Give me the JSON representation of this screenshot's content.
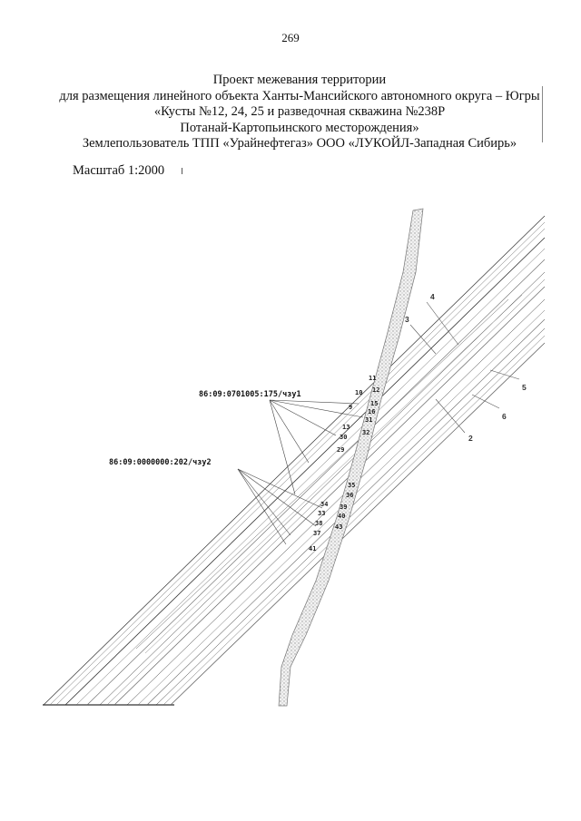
{
  "page_number": "269",
  "title_lines": [
    "Проект межевания территории",
    "для размещения линейного объекта Ханты-Мансийского автономного округа – Югры",
    "«Кусты №12, 24, 25  и разведочная скважина №238Р",
    "Потанай-Картопьинского месторождения»",
    "Землепользователь ТПП «Урайнефтегаз» ООО «ЛУКОЙЛ-Западная Сибирь»"
  ],
  "scale_label": "Масштаб 1:2000",
  "parcels": [
    "86:09:0701005:175/чзу1",
    "86:09:0000000:202/чзу2"
  ],
  "line_numbers": [
    "2",
    "3",
    "4",
    "5",
    "6"
  ],
  "points_upper": [
    "11",
    "10",
    "12",
    "9",
    "15",
    "16",
    "13",
    "31",
    "32",
    "30",
    "29"
  ],
  "points_lower": [
    "35",
    "36",
    "34",
    "39",
    "33",
    "40",
    "38",
    "43",
    "37",
    "41"
  ]
}
